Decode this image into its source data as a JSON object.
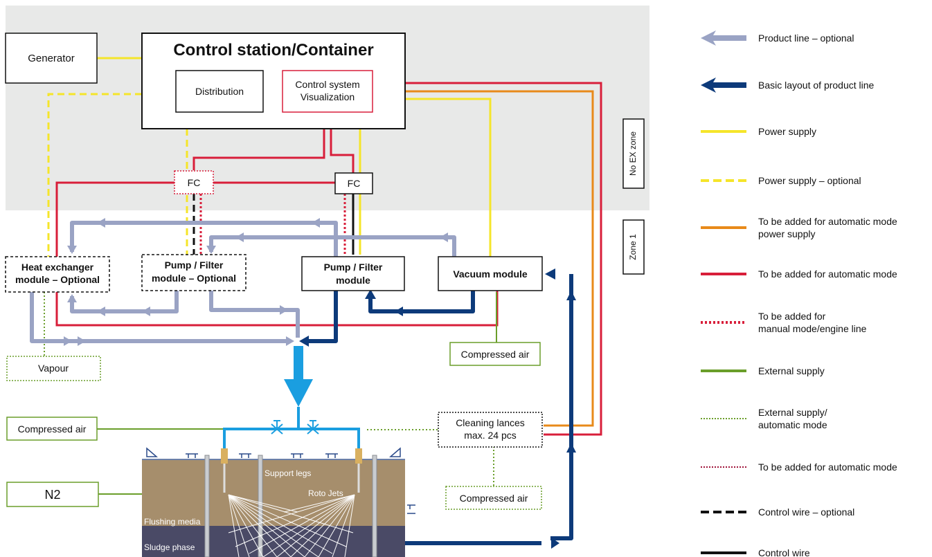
{
  "zones": {
    "no_ex": "No EX zone",
    "zone1": "Zone 1"
  },
  "boxes": {
    "generator": "Generator",
    "control_station": "Control station/Container",
    "distribution": "Distribution",
    "control_system_line1": "Control system",
    "control_system_line2": "Visualization",
    "fc_left": "FC",
    "fc_right": "FC",
    "heat_exchanger_line1": "Heat exchanger",
    "heat_exchanger_line2": "module – Optional",
    "pump_filter_opt_line1": "Pump / Filter",
    "pump_filter_opt_line2": "module – Optional",
    "pump_filter_line1": "Pump / Filter",
    "pump_filter_line2": "module",
    "vacuum_module": "Vacuum module",
    "vapour": "Vapour",
    "compressed_air_right": "Compressed air",
    "compressed_air_left": "Compressed air",
    "compressed_air_bottom": "Compressed air",
    "n2": "N2",
    "cleaning_lances_line1": "Cleaning lances",
    "cleaning_lances_line2": "max. 24 pcs"
  },
  "tank_labels": {
    "support_legs": "Support legs",
    "roto_jets": "Roto Jets",
    "flushing_media": "Flushing media",
    "sludge_phase": "Sludge phase"
  },
  "legend": [
    {
      "line1": "Product line – optional",
      "line2": "",
      "style": "arrow-light",
      "color": "#9aa3c4"
    },
    {
      "line1": "Basic layout of product line",
      "line2": "",
      "style": "arrow-dark",
      "color": "#0d3a7a"
    },
    {
      "line1": "Power supply",
      "line2": "",
      "style": "solid",
      "color": "#f5e52a"
    },
    {
      "line1": "Power supply – optional",
      "line2": "",
      "style": "dashed",
      "color": "#f5e52a"
    },
    {
      "line1": "To be added for automatic mode",
      "line2": "power supply",
      "style": "solid",
      "color": "#e88a1a"
    },
    {
      "line1": "To be added for automatic mode",
      "line2": "",
      "style": "solid",
      "color": "#d81e3a"
    },
    {
      "line1": "To be added for",
      "line2": "manual mode/engine line",
      "style": "dotted-thick",
      "color": "#d81e3a"
    },
    {
      "line1": "External supply",
      "line2": "",
      "style": "solid",
      "color": "#6a9e2a"
    },
    {
      "line1": "External supply/",
      "line2": "automatic mode",
      "style": "dotted",
      "color": "#6a9e2a"
    },
    {
      "line1": "To be added for automatic mode",
      "line2": "",
      "style": "dotted",
      "color": "#a0143a"
    },
    {
      "line1": "Control wire – optional",
      "line2": "",
      "style": "dashed",
      "color": "#111111"
    },
    {
      "line1": "Control wire",
      "line2": "",
      "style": "solid",
      "color": "#111111"
    }
  ]
}
